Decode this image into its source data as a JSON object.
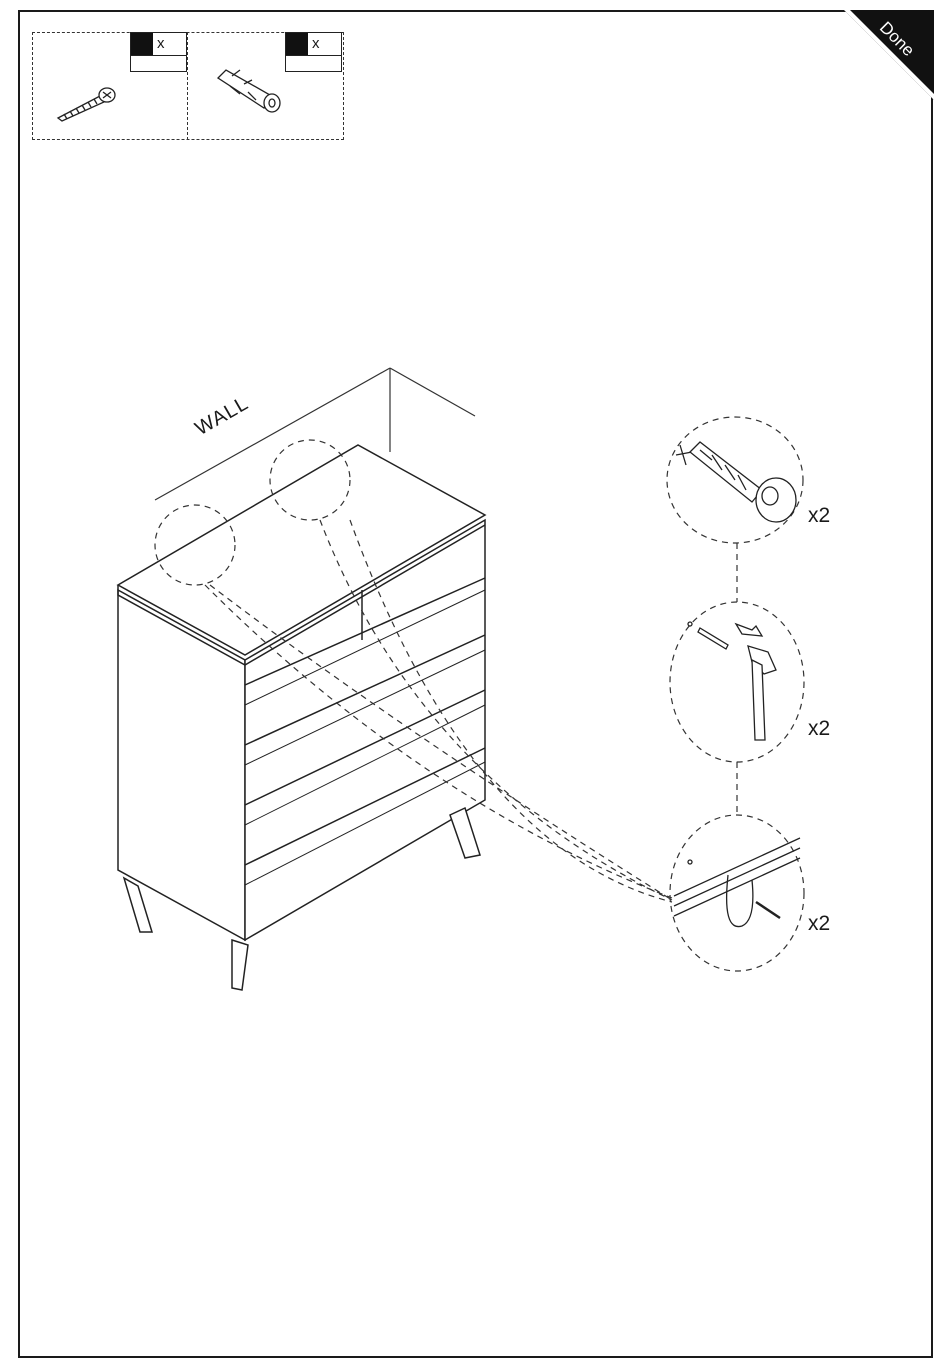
{
  "corner_badge": {
    "label": "Done",
    "color": "#111111"
  },
  "parts": [
    {
      "icon": "screw-icon",
      "qty_label": "x"
    },
    {
      "icon": "wall-plug-icon",
      "qty_label": "x"
    }
  ],
  "illustration": {
    "wall_label": "WALL"
  },
  "steps": [
    {
      "icon": "drill-icon",
      "count": "x2"
    },
    {
      "icon": "hammer-icon",
      "count": "x2"
    },
    {
      "icon": "strap-bracket-icon",
      "count": "x2"
    }
  ]
}
